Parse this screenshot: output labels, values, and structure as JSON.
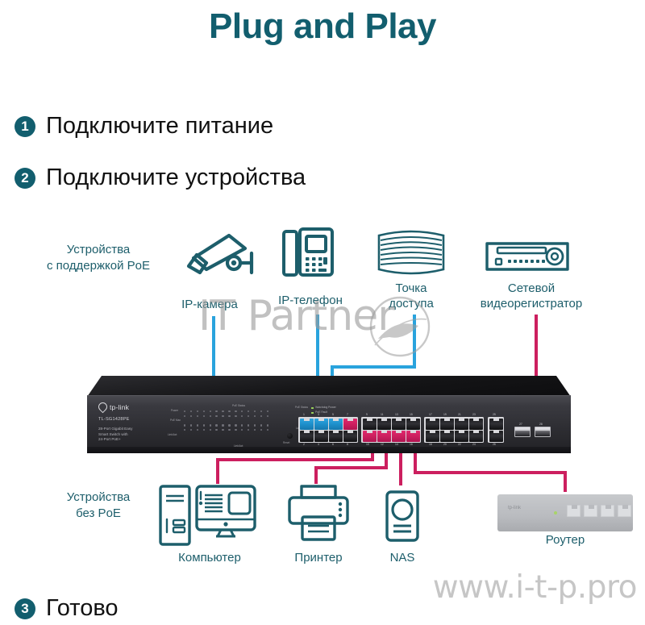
{
  "title": "Plug and Play",
  "colors": {
    "teal": "#125e6e",
    "label_teal": "#1d5e6b",
    "cable_blue": "#29a3dd",
    "cable_pink": "#cc1f5f",
    "port_blue": "#1e8fcb",
    "port_pink": "#cc1f5f",
    "watermark_gray": "#9c9c9c"
  },
  "steps": [
    {
      "number": "1",
      "text": "Подключите питание"
    },
    {
      "number": "2",
      "text": "Подключите устройства"
    },
    {
      "number": "3",
      "text": "Готово"
    }
  ],
  "captions": {
    "poe": "Устройства\nс поддержкой PoE",
    "poe_line1": "Устройства",
    "poe_line2": "с поддержкой PoE",
    "nopoe_line1": "Устройства",
    "nopoe_line2": "без PoE"
  },
  "poe_devices": [
    {
      "icon": "ip-camera-icon",
      "label": "IP-камера",
      "label_line1": "IP-камера",
      "label_line2": ""
    },
    {
      "icon": "ip-phone-icon",
      "label": "IP-телефон",
      "label_line1": "IP-телефон",
      "label_line2": ""
    },
    {
      "icon": "access-point-icon",
      "label": "Точка доступа",
      "label_line1": "Точка",
      "label_line2": "доступа"
    },
    {
      "icon": "nvr-icon",
      "label": "Сетевой видеорегистратор",
      "label_line1": "Сетевой",
      "label_line2": "видеорегистратор"
    }
  ],
  "nonpoe_devices": [
    {
      "icon": "computer-icon",
      "label": "Компьютер"
    },
    {
      "icon": "printer-icon",
      "label": "Принтер"
    },
    {
      "icon": "nas-icon",
      "label": "NAS"
    },
    {
      "icon": "router-icon",
      "label": "Роутер"
    }
  ],
  "switch": {
    "brand": "tp-link",
    "model": "TL-SG1428PE",
    "description": "28-Port Gigabit Easy\nSmart Switch with\n24-Port PoE+",
    "desc_line1": "28-Port Gigabit Easy",
    "desc_line2": "Smart Switch with",
    "desc_line3": "24-Port PoE+",
    "reset_label": "Reset",
    "led_section_labels": {
      "poe_status": "PoE Status",
      "power": "Power",
      "poe_max": "PoE Max",
      "max_row": "PoE Max",
      "link_act": "Link/Act",
      "links": "Link/Act"
    },
    "status_legend": [
      "Watchdog Power",
      "PoE Fault",
      "1000Mbps",
      "10/100Mbps",
      "Activity"
    ],
    "status_legend_titles": [
      "PoE Status",
      "Link/Act"
    ],
    "port_numbers_top": [
      "1",
      "3",
      "5",
      "7",
      "9",
      "11",
      "13",
      "15",
      "17",
      "19",
      "21",
      "23",
      "25"
    ],
    "port_numbers_bottom": [
      "2",
      "4",
      "6",
      "8",
      "10",
      "12",
      "14",
      "16",
      "18",
      "20",
      "22",
      "24",
      "26"
    ],
    "sfp_numbers": [
      "27",
      "28"
    ],
    "blue_ports": [
      1,
      3,
      5
    ],
    "pink_ports_top": [
      7
    ],
    "pink_ports_bottom": [
      10,
      12,
      14,
      16
    ]
  },
  "router": {
    "brand": "tp-link",
    "port_count": 4
  },
  "watermarks": {
    "partner": "IT Partner",
    "url": "www.i-t-p.pro"
  }
}
